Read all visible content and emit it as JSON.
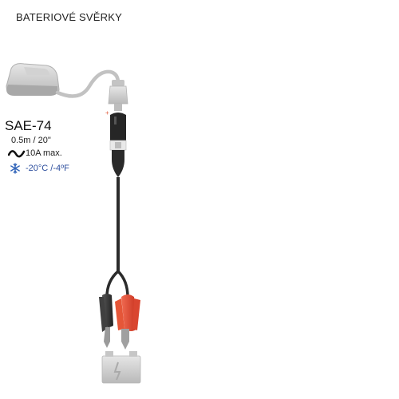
{
  "title": "BATERIOVÉ SVĚRKY",
  "product": {
    "model": "SAE-74",
    "length": "0.5m / 20\"",
    "current": "10A max.",
    "temperature": "-20°C /-4ºF"
  },
  "icons": {
    "current": "wave-icon",
    "temperature": "snowflake-icon"
  },
  "colors": {
    "positive_clamp": "#e0442f",
    "negative_clamp": "#3a3a3a",
    "greyed_parts": "#c8c8c8",
    "cable": "#2b2b2b",
    "snowflake": "#2e62b8"
  }
}
